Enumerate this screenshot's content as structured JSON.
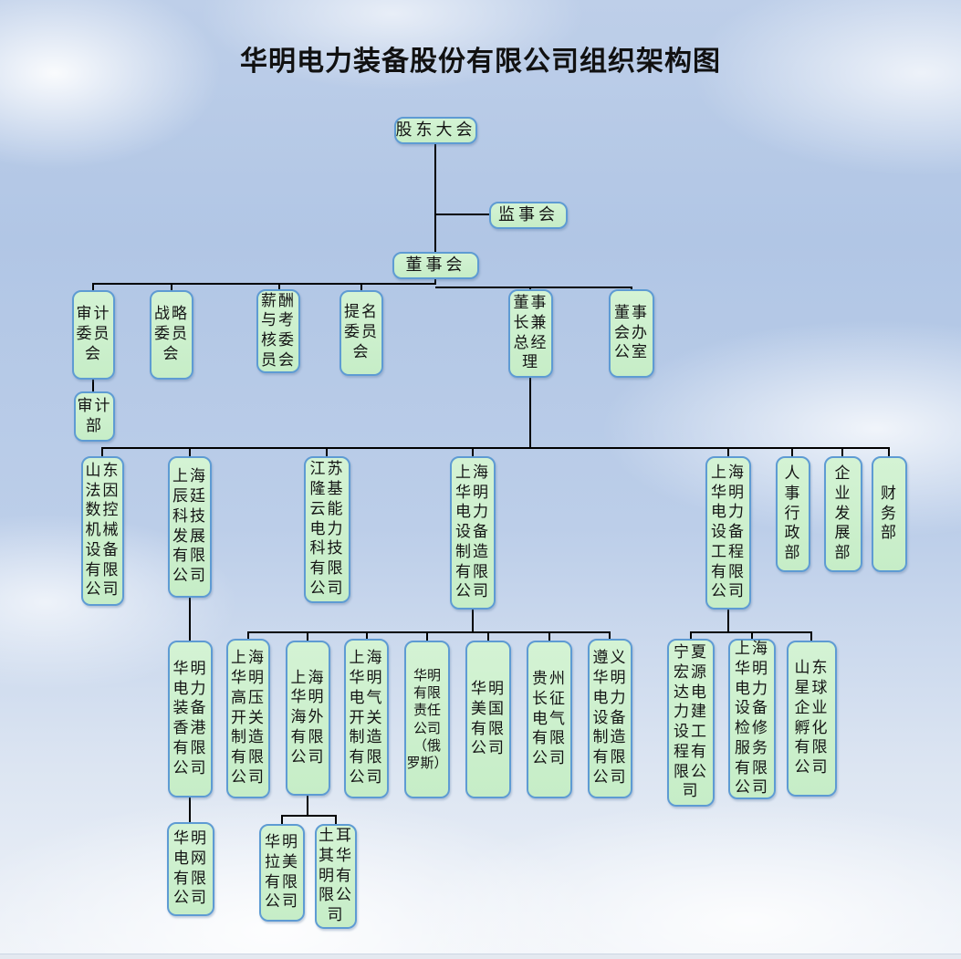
{
  "title": "华明电力装备股份有限公司组织架构图",
  "colors": {
    "node_fill": "#cdf0cd",
    "node_border": "#5e9bd3",
    "connector": "#000000",
    "sky": "#b3c8e6"
  },
  "nodes": {
    "shareholders_meeting": {
      "label": "股东大会"
    },
    "supervisory_board": {
      "label": "监事会"
    },
    "board_of_directors": {
      "label": "董事会"
    },
    "audit_committee": {
      "label": "审计\n委员\n会"
    },
    "audit_dept": {
      "label": "审计\n部"
    },
    "strategy_committee": {
      "label": "战略\n委员\n会"
    },
    "compensation_committee": {
      "label": "薪酬\n与考\n核委\n员会"
    },
    "nomination_committee": {
      "label": "提名\n委员\n会"
    },
    "chairman_gm": {
      "label": "董事\n长兼\n总经\n理"
    },
    "board_office": {
      "label": "董事\n会办\n公室"
    },
    "shandong_fain": {
      "label": "山东\n法因\n数控\n机械\n设备\n有限\n公司"
    },
    "shanghai_chenting": {
      "label": "上海\n辰廷\n科技\n发展\n有限\n公司"
    },
    "jiangsu_longji": {
      "label": "江苏\n隆基\n云能\n电力\n科技\n有限\n公司"
    },
    "sh_equip_mfg": {
      "label": "上海\n华明\n电力\n设备\n制造\n有限\n公司"
    },
    "sh_equip_eng": {
      "label": "上海\n华明\n电力\n设备\n工程\n有限\n公司"
    },
    "hr_admin_dept": {
      "label": "人\n事\n行\n政\n部"
    },
    "enterprise_dev_dept": {
      "label": "企\n业\n发\n展\n部"
    },
    "finance_dept": {
      "label": "财\n务\n部"
    },
    "hk_equip": {
      "label": "华明\n电力\n装备\n香港\n有限\n公司"
    },
    "sh_hv_switch_mfg": {
      "label": "上海\n华明\n高压\n开关\n制造\n有限\n公司"
    },
    "sh_overseas": {
      "label": "上海\n华明\n海外\n有限\n公司"
    },
    "sh_electric_switch_mfg": {
      "label": "上海\n华明\n电气\n开关\n制造\n有限\n公司"
    },
    "russia_llc": {
      "label": "华明\n有限\n责任\n公司\n（俄\n罗斯）"
    },
    "usa_co": {
      "label": "华明\n美国\n有限\n公司"
    },
    "guizhou_changzheng": {
      "label": "贵州\n长征\n电气\n有限\n公司"
    },
    "zunyi_mfg": {
      "label": "遵义\n华明\n电力\n设备\n制造\n有限\n公司"
    },
    "ningxia_hongyuanda": {
      "label": "宁夏\n宏源\n达电\n力建\n设工\n程有\n限公\n司"
    },
    "sh_maintenance": {
      "label": "上海\n华明\n电力\n设备\n检修\n服务\n有限\n公司"
    },
    "shandong_star": {
      "label": "山东\n星球\n企业\n孵化\n有限\n公司"
    },
    "grid_co": {
      "label": "华明\n电网\n有限\n公司"
    },
    "latam_co": {
      "label": "华明\n拉美\n有限\n公司"
    },
    "turkey_co": {
      "label": "土耳\n其华\n明有\n限公\n司"
    }
  }
}
